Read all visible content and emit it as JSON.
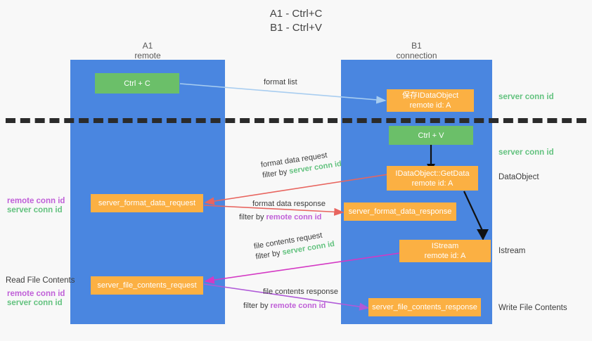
{
  "title": {
    "line1": "A1 - Ctrl+C",
    "line2": "B1 - Ctrl+V"
  },
  "lanes": [
    {
      "id": "A1",
      "name": "A1",
      "subtitle": "remote"
    },
    {
      "id": "B1",
      "name": "B1",
      "subtitle": "connection"
    }
  ],
  "nodes": {
    "ctrl_c": {
      "line1": "Ctrl + C",
      "line2": "",
      "color": "#6bbf69"
    },
    "create_idataobject": {
      "line1": "保存IDataObject",
      "line2": "remote id: A",
      "color": "#fbb043"
    },
    "ctrl_v": {
      "line1": "Ctrl + V",
      "line2": "",
      "color": "#6bbf69"
    },
    "getdata": {
      "line1": "IDataObject::GetData",
      "line2": "remote id: A",
      "color": "#fbb043"
    },
    "server_format_data_request": {
      "line1": "server_format_data_request",
      "line2": "",
      "color": "#fbb043"
    },
    "server_format_data_response": {
      "line1": "server_format_data_response",
      "line2": "",
      "color": "#fbb043"
    },
    "istream": {
      "line1": "IStream",
      "line2": "remote id: A",
      "color": "#fbb043"
    },
    "server_file_contents_request": {
      "line1": "server_file_contents_request",
      "line2": "",
      "color": "#fbb043"
    },
    "server_file_contents_response": {
      "line1": "server_file_contents_response",
      "line2": "",
      "color": "#fbb043"
    }
  },
  "right_annotations": [
    {
      "key": "server_conn_id_top",
      "text": "server conn id",
      "color": "#63c27f"
    },
    {
      "key": "server_conn_id_second",
      "text": "server conn id",
      "color": "#63c27f"
    },
    {
      "key": "dataobject",
      "text": "DataObject",
      "color": "#3c3c3c"
    },
    {
      "key": "istream",
      "text": "Istream",
      "color": "#3c3c3c"
    },
    {
      "key": "write_file_contents",
      "text": "Write File Contents",
      "color": "#3c3c3c"
    }
  ],
  "left_annotations": [
    {
      "key": "remote_conn_id_1",
      "text": "remote conn id",
      "color": "#c060d8"
    },
    {
      "key": "server_conn_id_1",
      "text": "server conn id",
      "color": "#63c27f"
    },
    {
      "key": "read_file_contents",
      "text": "Read File Contents",
      "color": "#3c3c3c"
    },
    {
      "key": "remote_conn_id_2",
      "text": "remote conn id",
      "color": "#c060d8"
    },
    {
      "key": "server_conn_id_2",
      "text": "server conn id",
      "color": "#63c27f"
    }
  ],
  "edges": [
    {
      "key": "format_list",
      "label": "format list",
      "filter_prefix": "",
      "filter_value": "",
      "color": "#a8cdf0"
    },
    {
      "key": "format_data_request",
      "label": "format data request",
      "filter_prefix": "filter by ",
      "filter_value": "server conn id",
      "filter_color": "#63c27f",
      "color": "#e8655f"
    },
    {
      "key": "format_data_response",
      "label": "format data response",
      "filter_prefix": "filter by ",
      "filter_value": "remote conn id",
      "filter_color": "#c060d8",
      "color": "#e8655f"
    },
    {
      "key": "file_contents_request",
      "label": "file contents request",
      "filter_prefix": "filter by ",
      "filter_value": "server conn id",
      "filter_color": "#63c27f",
      "color": "#d439c4"
    },
    {
      "key": "file_contents_response",
      "label": "file contents response",
      "filter_prefix": "filter by ",
      "filter_value": "remote conn id",
      "filter_color": "#c060d8",
      "color": "#b05ad8"
    }
  ],
  "colors": {
    "lane": "#4a86e0",
    "green_box": "#6bbf69",
    "orange_box": "#fbb043",
    "separator": "#2b2b2b",
    "background": "#f8f8f8"
  }
}
